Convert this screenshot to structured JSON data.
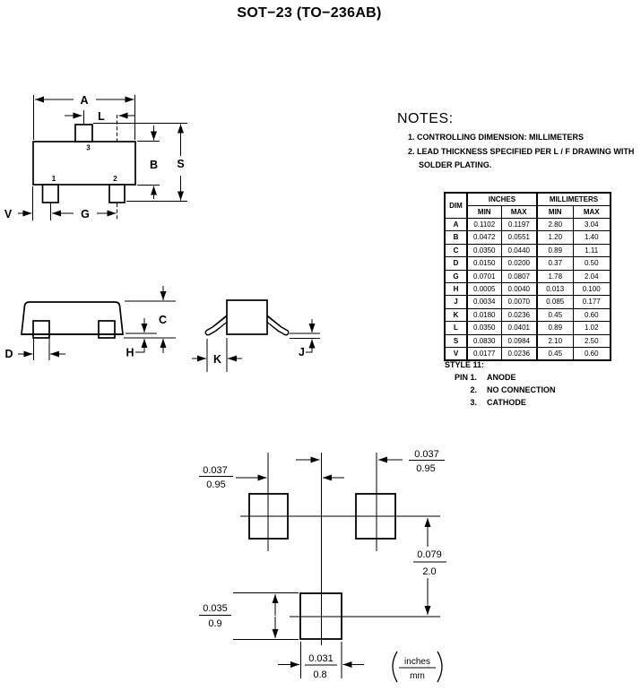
{
  "page": {
    "title": "SOT−23 (TO−236AB)"
  },
  "notes": {
    "heading": "NOTES:",
    "note1": "1. CONTROLLING DIMENSION: MILLIMETERS",
    "note2_line1": "2. LEAD THICKNESS SPECIFIED PER L / F DRAWING WITH",
    "note2_line2": "SOLDER PLATING."
  },
  "dim_table": {
    "corner_header": "DIM",
    "group_headers": [
      "INCHES",
      "MILLIMETERS"
    ],
    "sub_headers": [
      "MIN",
      "MAX",
      "MIN",
      "MAX"
    ],
    "rows": [
      {
        "dim": "A",
        "in_min": "0.1102",
        "in_max": "0.1197",
        "mm_min": "2.80",
        "mm_max": "3.04"
      },
      {
        "dim": "B",
        "in_min": "0.0472",
        "in_max": "0.0551",
        "mm_min": "1.20",
        "mm_max": "1.40"
      },
      {
        "dim": "C",
        "in_min": "0.0350",
        "in_max": "0.0440",
        "mm_min": "0.89",
        "mm_max": "1.11"
      },
      {
        "dim": "D",
        "in_min": "0.0150",
        "in_max": "0.0200",
        "mm_min": "0.37",
        "mm_max": "0.50"
      },
      {
        "dim": "G",
        "in_min": "0.0701",
        "in_max": "0.0807",
        "mm_min": "1.78",
        "mm_max": "2.04"
      },
      {
        "dim": "H",
        "in_min": "0.0005",
        "in_max": "0.0040",
        "mm_min": "0.013",
        "mm_max": "0.100"
      },
      {
        "dim": "J",
        "in_min": "0.0034",
        "in_max": "0.0070",
        "mm_min": "0.085",
        "mm_max": "0.177"
      },
      {
        "dim": "K",
        "in_min": "0.0180",
        "in_max": "0.0236",
        "mm_min": "0.45",
        "mm_max": "0.60"
      },
      {
        "dim": "L",
        "in_min": "0.0350",
        "in_max": "0.0401",
        "mm_min": "0.89",
        "mm_max": "1.02"
      },
      {
        "dim": "S",
        "in_min": "0.0830",
        "in_max": "0.0984",
        "mm_min": "2.10",
        "mm_max": "2.50"
      },
      {
        "dim": "V",
        "in_min": "0.0177",
        "in_max": "0.0236",
        "mm_min": "0.45",
        "mm_max": "0.60"
      }
    ]
  },
  "style_section": {
    "heading": "STYLE 11:",
    "pins": [
      {
        "num": "PIN 1.",
        "label": "ANODE"
      },
      {
        "num": "2.",
        "label": "NO CONNECTION"
      },
      {
        "num": "3.",
        "label": "CATHODE"
      }
    ]
  },
  "top_view": {
    "dim_a": "A",
    "dim_l": "L",
    "dim_b": "B",
    "dim_s": "S",
    "dim_g": "G",
    "dim_v": "V",
    "pin1": "1",
    "pin2": "2",
    "pin3": "3"
  },
  "side_view": {
    "dim_c": "C",
    "dim_d": "D",
    "dim_h": "H"
  },
  "end_view": {
    "dim_k": "K",
    "dim_j": "J"
  },
  "footprint": {
    "pitch_left": {
      "inches": "0.037",
      "mm": "0.95"
    },
    "pitch_right": {
      "inches": "0.037",
      "mm": "0.95"
    },
    "row_spacing": {
      "inches": "0.079",
      "mm": "2.0"
    },
    "pad_height": {
      "inches": "0.035",
      "mm": "0.9"
    },
    "pad_width": {
      "inches": "0.031",
      "mm": "0.8"
    },
    "units_legend": {
      "top": "inches",
      "bottom": "mm"
    }
  },
  "colors": {
    "ink": "#000000",
    "background": "#ffffff"
  }
}
